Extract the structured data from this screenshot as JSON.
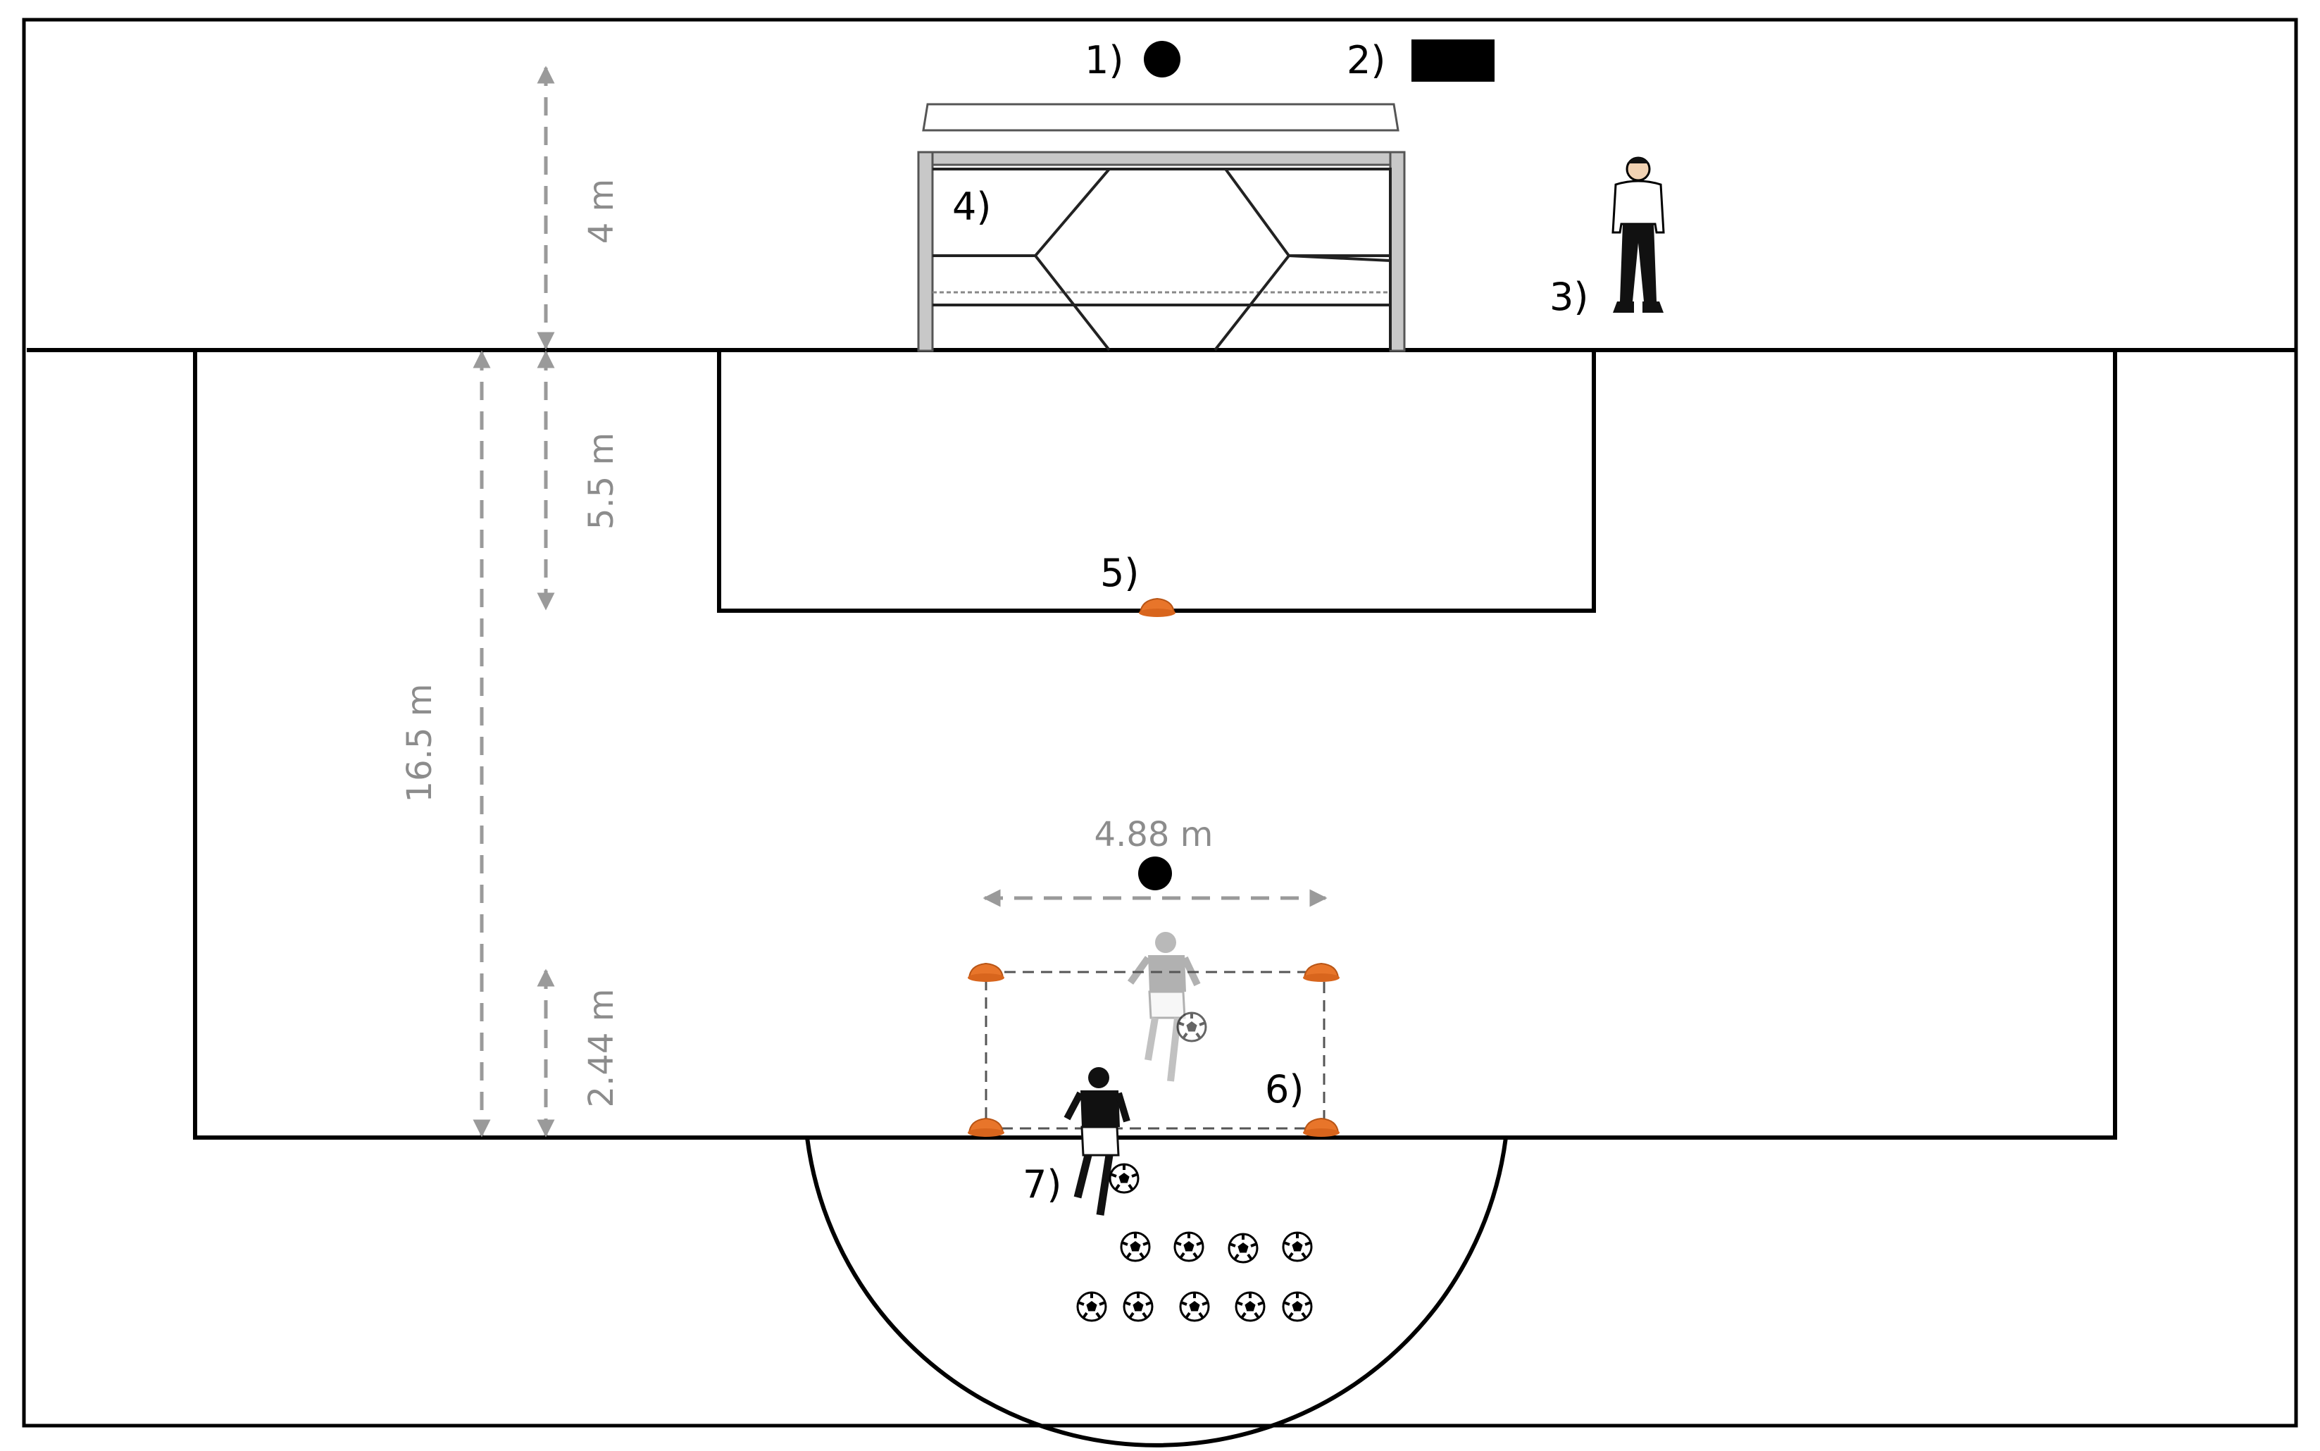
{
  "labels": {
    "l1": "1)",
    "l2": "2)",
    "l3": "3)",
    "l4": "4)",
    "l5": "5)",
    "l6": "6)",
    "l7": "7)"
  },
  "dimensions": {
    "goal_height": "4 m",
    "goal_area_depth": "5.5 m",
    "penalty_area_depth": "16.5 m",
    "box_depth": "2.44 m",
    "box_width": "4.88 m"
  },
  "colors": {
    "line": "#000000",
    "dimension": "#9a9a9a",
    "cone": "#e8752a",
    "goal_frame": "#c8c8c8",
    "ghost_player": "#9c9c9c"
  },
  "icons": {
    "sensor_round": "filled-circle-icon",
    "sensor_square": "filled-rectangle-icon",
    "referee": "standing-person-icon",
    "goal": "goal-frame-icon",
    "cone": "cone-icon",
    "player": "running-player-icon",
    "ball": "soccer-ball-icon"
  }
}
